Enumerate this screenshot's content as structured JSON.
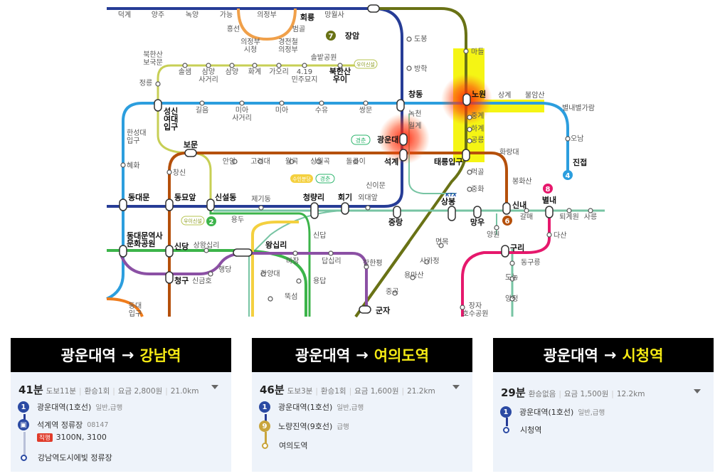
{
  "map": {
    "stations": {
      "deokgye": "덕계",
      "yangju": "양주",
      "nogyang": "녹양",
      "ganeung": "가능",
      "uijeongbu": "의정부",
      "hoeryong": "회룡",
      "mangwolsa": "망월사",
      "heungseon": "흥선",
      "uijeongbu_city": "의정부\n시청",
      "beomgol": "범골",
      "gyeongjeonchul": "경전철\n의정부",
      "jangam": "장암",
      "dobong": "도봉",
      "bukhansan_bogungmun": "북한산\n보국문",
      "solbat": "솔밭공원",
      "ui_line": "우이신설",
      "solsaem": "솔샘",
      "samyang_sageori": "삼양\n사거리",
      "samyang": "삼양",
      "hwagye": "화계",
      "gaori": "가오리",
      "minju": "4.19\n민주묘지",
      "bukhansan_ui": "북한산\n우이",
      "banghak": "방학",
      "madeul": "마들",
      "jeongneung": "정릉",
      "changdong": "창동",
      "nowon": "노원",
      "sanggye": "상계",
      "buramsan": "불암산",
      "byeollae_byeolgaram": "별내별가람",
      "sungshin": "성신\n여대\n입구",
      "gireum": "길음",
      "mia_sageori": "미아\n사거리",
      "mia": "미아",
      "suyu": "수유",
      "ssangmun": "쌍문",
      "nokcheon": "녹천",
      "junggye": "중계",
      "wolgye": "월계",
      "hagye": "하계",
      "hansung": "한성대\n입구",
      "gyeongchun": "경춘",
      "kwangwoon": "광운대",
      "gongneung": "공릉",
      "ojeon": "오남",
      "bomun": "보문",
      "hwarangdae": "화랑대",
      "jinjeop": "진접",
      "hyehwa": "혜화",
      "changsin": "창신",
      "anam": "안암",
      "korea_univ": "고려대",
      "wolgok": "월곡",
      "sangwolgok": "상월곡",
      "dolgoji": "돌곶이",
      "seokgye": "석계",
      "taereung": "태릉입구",
      "meokgol": "먹골",
      "bonghwasan": "봉화산",
      "suinbundang": "수인분당",
      "gyeongchun2": "경춘",
      "sineemun": "신이문",
      "ktx": "KTX",
      "junghwa": "중화",
      "byeollae": "별내",
      "dongdaemun": "동대문",
      "dongmyo": "동묘앞",
      "sinseoldong": "신설동",
      "jegidong": "제기동",
      "cheongnyangni": "청량리",
      "hoegi": "회기",
      "oedae": "외대앞",
      "sangbong": "상봉",
      "sinnae": "신내",
      "galmae": "갈매",
      "toegyewon": "퇴계원",
      "sareung": "사릉",
      "ui_line2": "우이신설",
      "yongdu": "용두",
      "jungnang": "중랑",
      "mangu": "망우",
      "dasan": "다산",
      "ddp": "동대문역사\n문화공원",
      "sindang": "신당",
      "sangwangsimni": "상왕십리",
      "wangsimni": "왕십리",
      "sindap": "신답",
      "myeonmok": "면목",
      "yangwon": "양원",
      "guri": "구리",
      "donggureung": "동구릉",
      "hengdang": "행당",
      "majang": "마장",
      "dapsimni": "답십리",
      "janghanpyeong": "장한평",
      "sagajeong": "사가정",
      "cheonggu": "청구",
      "singeumho": "신금호",
      "hanyang": "한양대",
      "yongdap": "용답",
      "yongmasan": "용마산",
      "donong": "도농",
      "ttukseom": "뚝섬",
      "junggok": "중곡",
      "yangjeong": "양정",
      "dongdae_ipgu": "동대\n입구",
      "gunja": "군자",
      "jangja": "장자\n호수공원"
    },
    "line_labels": {
      "l7": "7",
      "l4": "4",
      "l6": "6",
      "l2": "2",
      "l8": "8"
    },
    "colors": {
      "line1": "#263c96",
      "line2": "#3cb44a",
      "line3": "#ef7c1c",
      "line4": "#2c9ede",
      "line5": "#8b50a4",
      "line6": "#b5500b",
      "line7": "#697215",
      "line8": "#e6186c",
      "ui": "#b7c452",
      "gyeongui": "#77c4a3",
      "gyeongchun": "#2bb46b",
      "highlight": "#f5f514",
      "hot": "#ff2a10"
    }
  },
  "routes": [
    {
      "from": "광운대역",
      "arrow": "→",
      "to": "강남역",
      "time": "41분",
      "walk": "도보11분",
      "transfer": "환승1회",
      "fare": "요금 2,800원",
      "distance": "21.0km",
      "steps": [
        {
          "badge": "1",
          "badge_color": "#263c96",
          "name": "광운대역(1호선)",
          "sub": "일반,급행"
        },
        {
          "badge": "bus",
          "badge_color": "#2b4aa3",
          "name": "석계역 정류장",
          "sub": "08147",
          "tag": "직행",
          "extra": "3100N, 3100"
        },
        {
          "badge": "dot",
          "name": "강남역도시에빛 정류장"
        }
      ]
    },
    {
      "from": "광운대역",
      "arrow": "→",
      "to": "여의도역",
      "time": "46분",
      "walk": "도보3분",
      "transfer": "환승1회",
      "fare": "요금 1,600원",
      "distance": "21.2km",
      "steps": [
        {
          "badge": "1",
          "badge_color": "#263c96",
          "name": "광운대역(1호선)",
          "sub": "일반,급행"
        },
        {
          "badge": "9",
          "badge_color": "#c9a53c",
          "name": "노량진역(9호선)",
          "sub": "급행"
        },
        {
          "badge": "dot",
          "name": "여의도역"
        }
      ]
    },
    {
      "from": "광운대역",
      "arrow": "→",
      "to": "시청역",
      "time": "29분",
      "walk": "환승없음",
      "fare": "요금 1,500원",
      "distance": "12.2km",
      "steps": [
        {
          "badge": "1",
          "badge_color": "#263c96",
          "name": "광운대역(1호선)",
          "sub": "일반,급행"
        },
        {
          "badge": "dot",
          "name": "시청역"
        }
      ]
    }
  ]
}
